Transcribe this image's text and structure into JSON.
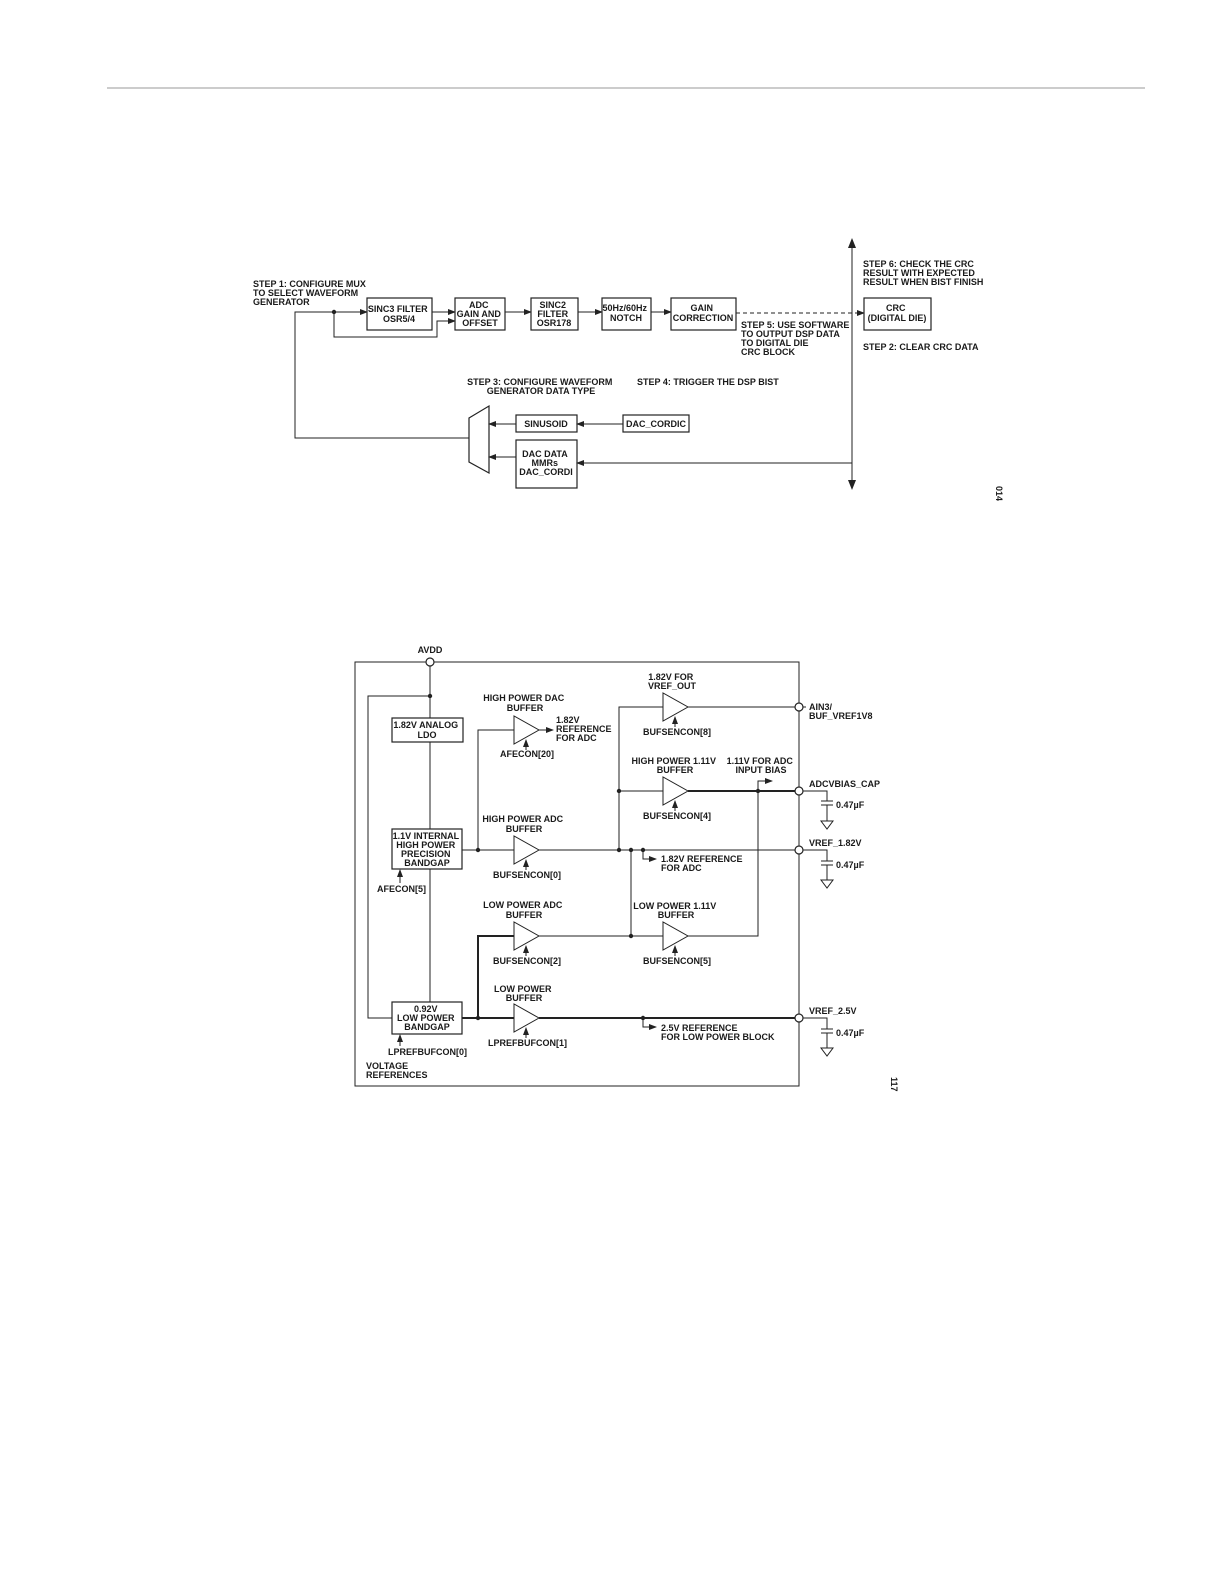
{
  "bist_diagram": {
    "step1": [
      "STEP 1: CONFIGURE MUX",
      "TO SELECT WAVEFORM",
      "GENERATOR"
    ],
    "sinc3": [
      "SINC3 FILTER",
      "OSR5/4"
    ],
    "adc_gain": [
      "ADC",
      "GAIN AND",
      "OFFSET"
    ],
    "sinc2": [
      "SINC2",
      "FILTER",
      "OSR178"
    ],
    "notch": [
      "50Hz/60Hz",
      "NOTCH"
    ],
    "gain_corr": [
      "GAIN",
      "CORRECTION"
    ],
    "crc": [
      "CRC",
      "(DIGITAL DIE)"
    ],
    "step6": [
      "STEP 6: CHECK THE CRC",
      "RESULT WITH EXPECTED",
      "RESULT WHEN BIST FINISH"
    ],
    "step2": "STEP 2: CLEAR CRC DATA",
    "step5": [
      "STEP 5: USE SOFTWARE",
      "TO OUTPUT DSP DATA",
      "TO DIGITAL DIE",
      "CRC BLOCK"
    ],
    "step3": [
      "STEP 3: CONFIGURE WAVEFORM",
      "GENERATOR DATA TYPE"
    ],
    "step4": "STEP 4: TRIGGER THE DSP BIST",
    "sinusoid": "SINUSOID",
    "dac_cordic": "DAC_CORDIC",
    "dac_data": [
      "DAC DATA",
      "MMRs",
      "DAC_CORDI"
    ],
    "fig_id": "014"
  },
  "vref_diagram": {
    "avdd": "AVDD",
    "ldo": [
      "1.82V ANALOG",
      "LDO"
    ],
    "hp_bandgap": [
      "1.1V INTERNAL",
      "HIGH POWER",
      "PRECISION",
      "BANDGAP"
    ],
    "afecon5": "AFECON[5]",
    "lp_bandgap": [
      "0.92V",
      "LOW POWER",
      "BANDGAP"
    ],
    "lprefbufcon0": "LPREFBUFCON[0]",
    "voltage_refs": [
      "VOLTAGE",
      "REFERENCES"
    ],
    "hp_dac_buf": [
      "HIGH POWER DAC",
      "BUFFER"
    ],
    "ref_182_adc_top": [
      "1.82V",
      "REFERENCE",
      "FOR ADC"
    ],
    "afecon20": "AFECON[20]",
    "hp_adc_buf": [
      "HIGH POWER ADC",
      "BUFFER"
    ],
    "bufsencon0": "BUFSENCON[0]",
    "lp_adc_buf": [
      "LOW POWER ADC",
      "BUFFER"
    ],
    "bufsencon2": "BUFSENCON[2]",
    "lp_buf": [
      "LOW POWER",
      "BUFFER"
    ],
    "lprefbufcon1": "LPREFBUFCON[1]",
    "vref_out_lbl": [
      "1.82V FOR",
      "VREF_OUT"
    ],
    "bufsencon8": "BUFSENCON[8]",
    "hp_111_buf": [
      "HIGH POWER 1.11V",
      "BUFFER"
    ],
    "bufsencon4": "BUFSENCON[4]",
    "bias_111": [
      "1.11V FOR ADC",
      "INPUT BIAS"
    ],
    "ref_182_adc_mid": [
      "1.82V REFERENCE",
      "FOR ADC"
    ],
    "lp_111_buf": [
      "LOW POWER 1.11V",
      "BUFFER"
    ],
    "bufsencon5": "BUFSENCON[5]",
    "ref_25": [
      "2.5V REFERENCE",
      "FOR LOW POWER BLOCK"
    ],
    "pin_ain3": [
      "AIN3/",
      "BUF_VREF1V8"
    ],
    "pin_adcvbias": "ADCVBIAS_CAP",
    "pin_vref182": "VREF_1.82V",
    "pin_vref25": "VREF_2.5V",
    "cap": "0.47µF",
    "fig_id": "117"
  }
}
